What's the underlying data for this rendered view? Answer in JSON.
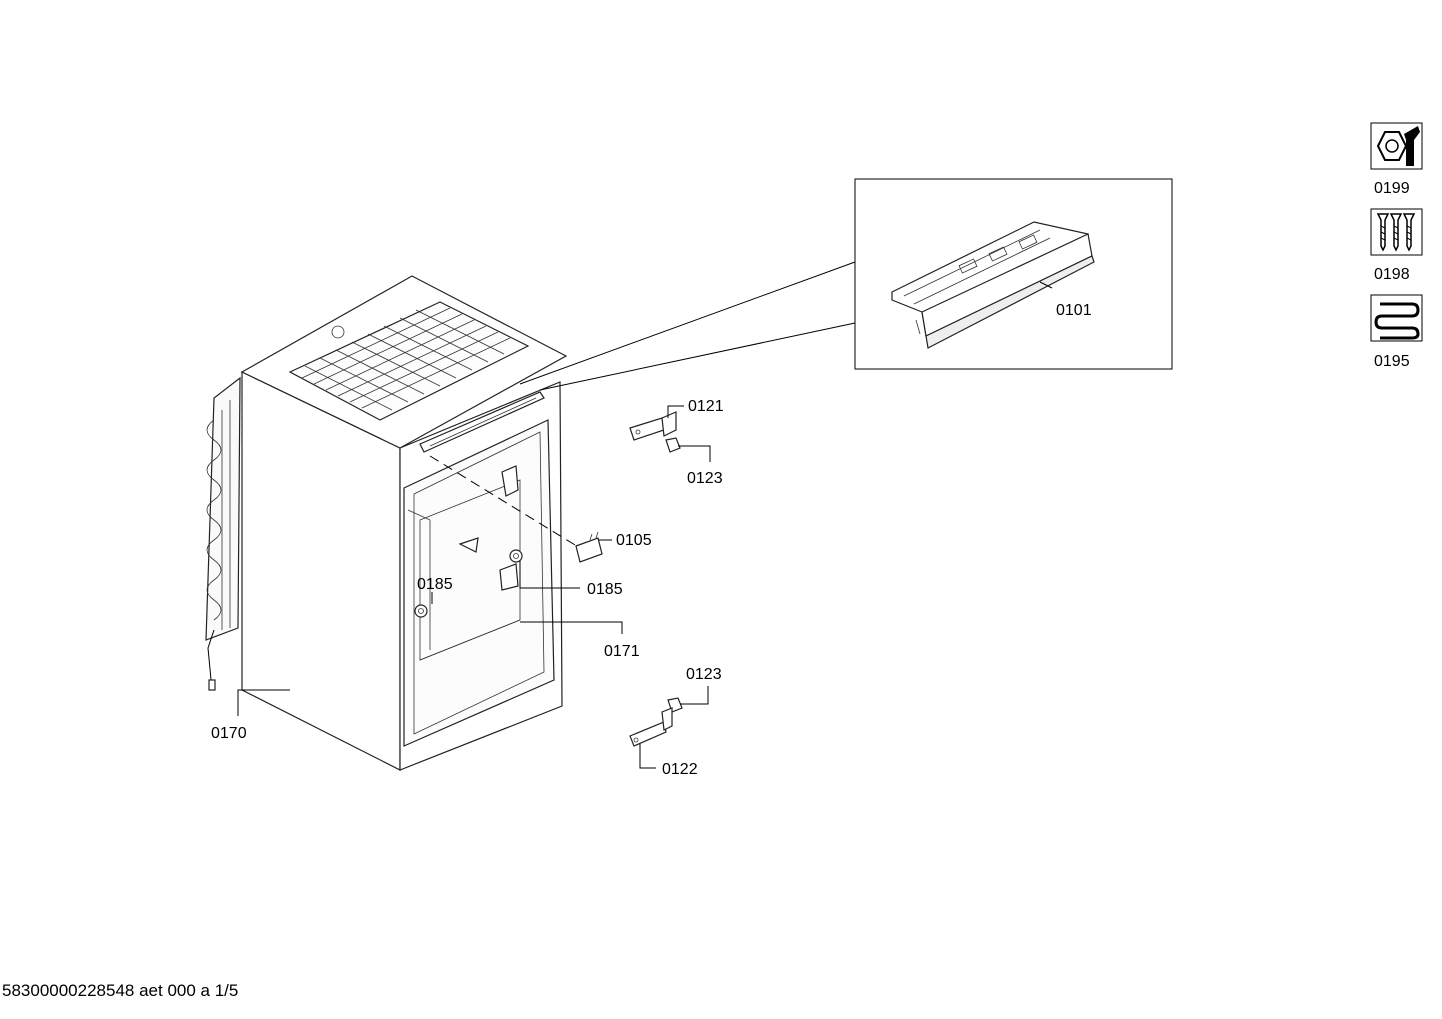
{
  "labels": {
    "p0101": "0101",
    "p0105": "0105",
    "p0121": "0121",
    "p0123_top": "0123",
    "p0123_bottom": "0123",
    "p0122": "0122",
    "p0185_left": "0185",
    "p0185_right": "0185",
    "p0171": "0171",
    "p0170": "0170",
    "p0199": "0199",
    "p0198": "0198",
    "p0195": "0195"
  },
  "footer": "58300000228548 aet 000 a 1/5",
  "icons": [
    "nut-wrench-icon",
    "screws-icon",
    "heating-coil-icon"
  ]
}
